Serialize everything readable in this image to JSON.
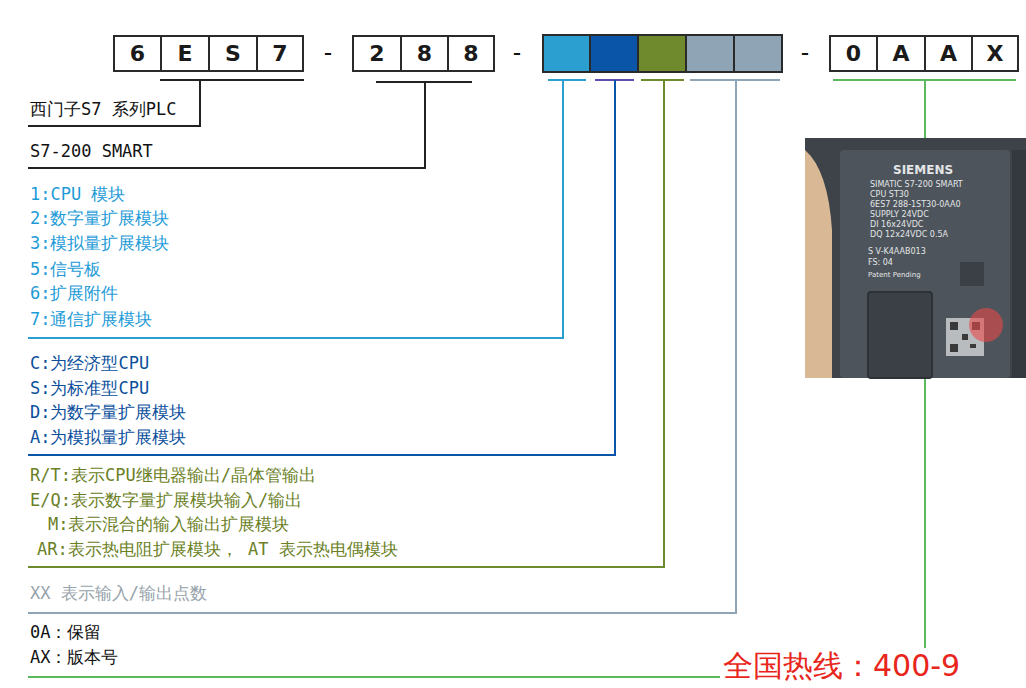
{
  "diagram": {
    "nodes": [
      {
        "text": [
          "6"
        ]
      },
      {
        "text": [
          "E"
        ]
      },
      {
        "text": [
          "S"
        ]
      },
      {
        "text": [
          "7"
        ]
      },
      {
        "text": [
          "2"
        ]
      },
      {
        "text": [
          "8"
        ]
      },
      {
        "text": [
          "8"
        ]
      },
      {
        "text": [
          "0"
        ]
      },
      {
        "text": [
          "A"
        ]
      },
      {
        "text": [
          "A"
        ]
      },
      {
        "text": [
          "X"
        ]
      }
    ],
    "labels": [
      "-",
      "-",
      "-",
      "西门子S7 系列PLC",
      "S7-200 SMART",
      "1:CPU 模块",
      "2:数字量扩展模块",
      "3:模拟量扩展模块",
      "5:信号板",
      "6:扩展附件",
      "7:通信扩展模块",
      "C:为经济型CPU",
      "S:为标准型CPU",
      "D:为数字量扩展模块",
      "A:为模拟量扩展模块",
      "R/T:表示CPU继电器输出/晶体管输出",
      "E/Q:表示数字量扩展模块输入/输出",
      "M:表示混合的输入输出扩展模块",
      "AR:表示热电阻扩展模块， AT 表示热电偶模块",
      "XX 表示输入/输出点数",
      "0A：保留",
      "AX：版本号",
      "SIEMENS",
      "SIMATIC S7-200 SMART",
      "CPU ST30",
      "6ES7 288-1ST30-0AA0",
      "SUPPLY 24VDC",
      "DI 16x24VDC",
      "DQ 12x24VDC 0.5A",
      "S V-K4AAB013",
      "FS: 04",
      "Patent Pending",
      "全国热线：400-9"
    ]
  }
}
